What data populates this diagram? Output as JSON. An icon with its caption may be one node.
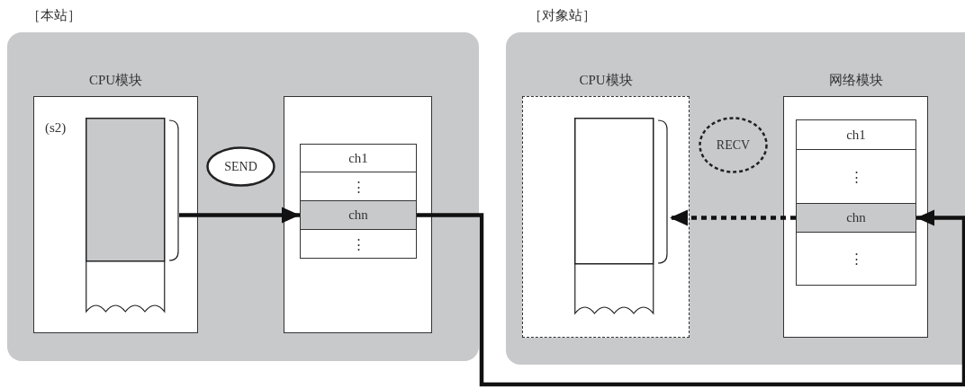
{
  "diagram": {
    "nodes": [
      {
        "text": [
          "［本站］"
        ]
      },
      {
        "text": [
          "CPU模块"
        ],
        "in": 0
      },
      {
        "text": [],
        "shape": "bar",
        "in": 1,
        "beside": [
          "(s2)"
        ]
      },
      {
        "text": [
          "SEND"
        ],
        "in": 0
      },
      {
        "text": [],
        "shape": "box",
        "in": 0
      },
      {
        "text": [
          "ch1"
        ],
        "in": 4
      },
      {
        "text": [
          "⋮"
        ],
        "in": 4
      },
      {
        "text": [
          "chn"
        ],
        "in": 4
      },
      {
        "text": [
          "⋮"
        ],
        "in": 4
      },
      {
        "text": [
          "［对象站］"
        ]
      },
      {
        "text": [
          "CPU模块"
        ],
        "in": 9
      },
      {
        "text": [],
        "shape": "bar",
        "in": 10
      },
      {
        "text": [
          "RECV"
        ],
        "in": 9
      },
      {
        "text": [
          "网络模块"
        ],
        "in": 9
      },
      {
        "text": [
          "ch1"
        ],
        "in": 13
      },
      {
        "text": [
          "⋮"
        ],
        "in": 13
      },
      {
        "text": [
          "chn"
        ],
        "in": 13
      },
      {
        "text": [
          "⋮"
        ],
        "in": 13
      }
    ],
    "edges": [
      {
        "from": 2,
        "to": 7,
        "arrow": "to"
      },
      {
        "from": 7,
        "to": 16,
        "arrow": "to"
      },
      {
        "from": 16,
        "to": 11,
        "arrow": "to",
        "style": "dashed"
      }
    ]
  }
}
